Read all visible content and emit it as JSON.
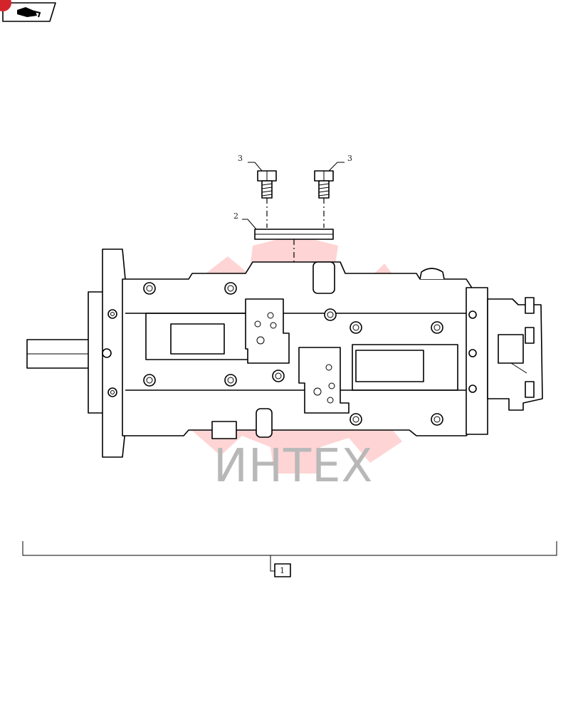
{
  "corner_badge": {
    "icon": "book-arrow-icon",
    "accent": "#d4242b"
  },
  "watermark": {
    "text": "ИНТЕХ",
    "text_color": "#b8b8b8",
    "logo_color": "#ff3b3b"
  },
  "callouts": {
    "bolt_left": "3",
    "bolt_right": "3",
    "plate": "2",
    "assembly": "1"
  }
}
